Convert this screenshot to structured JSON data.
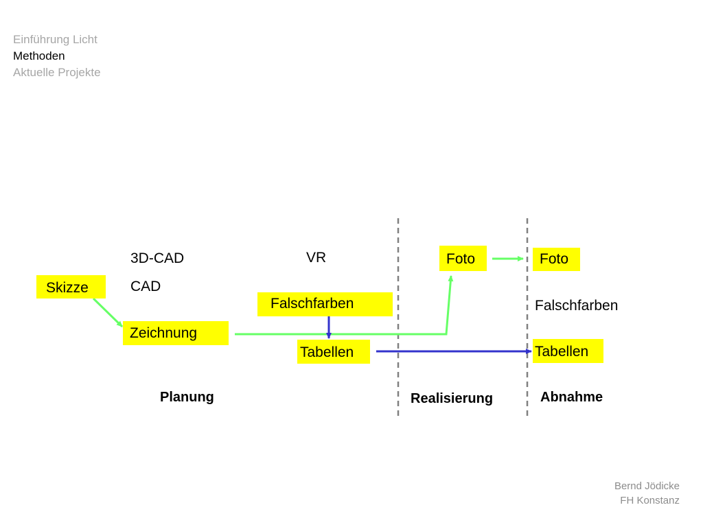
{
  "nav": {
    "items": [
      {
        "label": "Einführung Licht",
        "active": false
      },
      {
        "label": "Methoden",
        "active": true
      },
      {
        "label": "Aktuelle Projekte",
        "active": false
      }
    ]
  },
  "diagram": {
    "nodes": {
      "skizze": "Skizze",
      "zeichnung": "Zeichnung",
      "cad_3d": "3D-CAD",
      "cad": "CAD",
      "vr": "VR",
      "falschfarben_planning": "Falschfarben",
      "tabellen_planning": "Tabellen",
      "foto_realisierung": "Foto",
      "foto_abnahme": "Foto",
      "falschfarben_abnahme": "Falschfarben",
      "tabellen_abnahme": "Tabellen"
    },
    "phases": {
      "planung": "Planung",
      "realisierung": "Realisierung",
      "abnahme": "Abnahme"
    },
    "colors": {
      "highlight": "#ffff00",
      "green_arrow": "#66ff66",
      "blue_arrow": "#3333cc",
      "divider": "#808080"
    }
  },
  "footer": {
    "author": "Bernd Jödicke",
    "institution": "FH Konstanz"
  }
}
